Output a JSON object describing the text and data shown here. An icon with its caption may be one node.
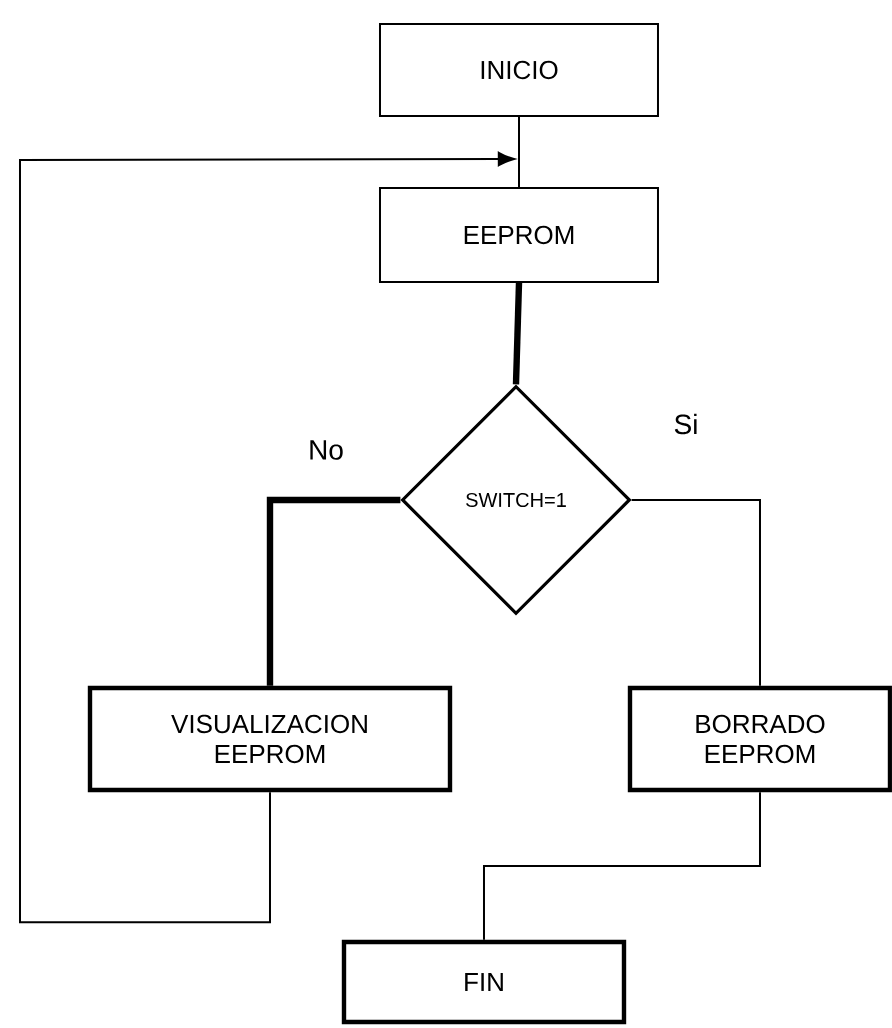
{
  "diagram": {
    "nodes": [
      {
        "text": [
          "INICIO"
        ]
      },
      {
        "text": [
          "EEPROM"
        ]
      },
      {
        "text": [
          "SWITCH=1"
        ]
      },
      {
        "text": [
          "VISUALIZACION EEPROM"
        ]
      },
      {
        "text": [
          "BORRADO EEPROM"
        ]
      },
      {
        "text": [
          "FIN"
        ]
      }
    ],
    "edges": [
      {
        "from": 0,
        "to": 1,
        "arrow": "none"
      },
      {
        "from": 1,
        "to": 2,
        "arrow": "none",
        "style": "thick"
      },
      {
        "from": 2,
        "to": 3,
        "arrow": "none",
        "label": "No",
        "style": "thick"
      },
      {
        "from": 2,
        "to": 4,
        "arrow": "none",
        "label": "Si"
      },
      {
        "from": 3,
        "to": 1,
        "arrow": "to"
      },
      {
        "from": 4,
        "to": 5,
        "arrow": "none"
      }
    ]
  }
}
